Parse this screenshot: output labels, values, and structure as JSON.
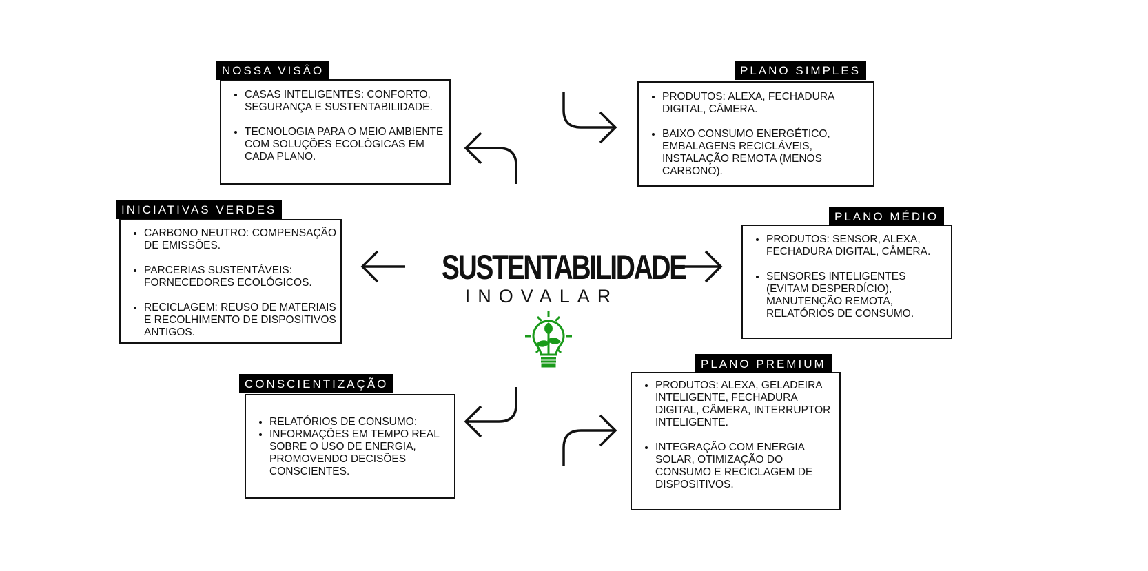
{
  "title": "SUSTENTABILIDADE",
  "subtitle": "INOVALAR",
  "colors": {
    "icon_green": "#1a9a1a",
    "label_bg": "#000000"
  },
  "icon": "lightbulb-plant-icon",
  "sections": {
    "vision": {
      "label": "NOSSA VISÂO",
      "items": [
        "CASAS INTELIGENTES: CONFORTO, SEGURANÇA E SUSTENTABILIDADE.",
        "TECNOLOGIA PARA O MEIO AMBIENTE COM SOLUÇÕES ECOLÓGICAS EM CADA PLANO."
      ]
    },
    "simple": {
      "label": "PLANO SIMPLES",
      "items": [
        "PRODUTOS: ALEXA, FECHADURA DIGITAL, CÂMERA.",
        "BAIXO CONSUMO ENERGÉTICO, EMBALAGENS RECICLÁVEIS, INSTALAÇÃO REMOTA (MENOS CARBONO)."
      ]
    },
    "green": {
      "label": "INICIATIVAS VERDES",
      "items": [
        "CARBONO NEUTRO: COMPENSAÇÃO DE EMISSÕES.",
        "PARCERIAS SUSTENTÁVEIS: FORNECEDORES ECOLÓGICOS.",
        "RECICLAGEM: REUSO DE MATERIAIS E RECOLHIMENTO DE DISPOSITIVOS ANTIGOS."
      ]
    },
    "medium": {
      "label": "PLANO MÉDIO",
      "items": [
        "PRODUTOS: SENSOR, ALEXA, FECHADURA DIGITAL, CÂMERA.",
        "SENSORES INTELIGENTES (EVITAM DESPERDÍCIO), MANUTENÇÃO REMOTA, RELATÓRIOS DE CONSUMO."
      ]
    },
    "awareness": {
      "label": "CONSCIENTIZAÇÃO",
      "items": [
        "RELATÓRIOS DE CONSUMO:",
        "INFORMAÇÕES EM TEMPO REAL SOBRE O USO DE ENERGIA, PROMOVENDO DECISÕES CONSCIENTES."
      ]
    },
    "premium": {
      "label": "PLANO PREMIUM",
      "items": [
        "PRODUTOS: ALEXA, GELADEIRA INTELIGENTE, FECHADURA DIGITAL, CÂMERA, INTERRUPTOR INTELIGENTE.",
        "INTEGRAÇÃO COM ENERGIA SOLAR, OTIMIZAÇÃO DO CONSUMO E RECICLAGEM DE DISPOSITIVOS."
      ]
    }
  }
}
